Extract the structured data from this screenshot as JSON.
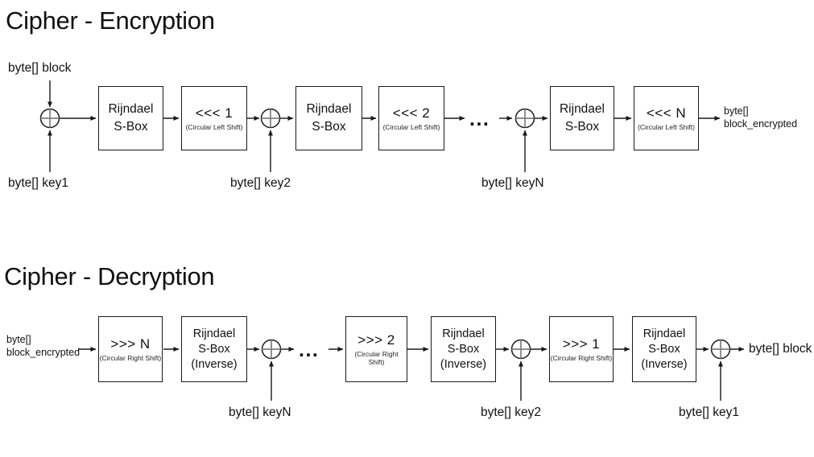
{
  "titles": {
    "encryption": "Cipher - Encryption",
    "decryption": "Cipher - Decryption"
  },
  "encryption": {
    "input_label": "byte[] block",
    "keys": {
      "key1": "byte[] key1",
      "key2": "byte[] key2",
      "keyN": "byte[] keyN"
    },
    "sbox": {
      "line1": "Rijndael",
      "line2": "S-Box"
    },
    "shifts": {
      "s1": {
        "main": "<<< 1",
        "sub": "(Circular Left Shift)"
      },
      "s2": {
        "main": "<<< 2",
        "sub": "(Circular Left Shift)"
      },
      "sN": {
        "main": "<<< N",
        "sub": "(Circular Left Shift)"
      }
    },
    "ellipsis": "...",
    "output": {
      "line1": "byte[]",
      "line2": "block_encrypted"
    }
  },
  "decryption": {
    "input": {
      "line1": "byte[]",
      "line2": "block_encrypted"
    },
    "shifts": {
      "sN": {
        "main": ">>> N",
        "sub": "(Circular Right Shift)"
      },
      "s2": {
        "main": ">>> 2",
        "sub": "(Circular Right Shift)"
      },
      "s1": {
        "main": ">>> 1",
        "sub": "(Circular Right Shift)"
      }
    },
    "sbox_inverse": {
      "line1": "Rijndael",
      "line2": "S-Box",
      "line3": "(Inverse)"
    },
    "keys": {
      "keyN": "byte[] keyN",
      "key2": "byte[] key2",
      "key1": "byte[] key1"
    },
    "ellipsis": "...",
    "output_label": "byte[] block"
  },
  "colors": {
    "line": "#1a1a1a",
    "xor_cross": "#7f7f7f",
    "background": "#ffffff"
  }
}
